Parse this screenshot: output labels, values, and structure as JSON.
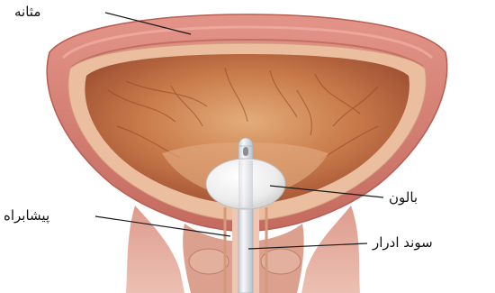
{
  "labels": {
    "bladder": "مثانه",
    "balloon": "بالون",
    "urethra": "پیشابراه",
    "catheter": "سوند ادرار"
  },
  "colors": {
    "bladder_wall_outer": "#d9847a",
    "bladder_wall_band": "#c96f64",
    "bladder_inner_lining": "#e8b89c",
    "bladder_cavity": "#b8653f",
    "bladder_cavity_light": "#dba271",
    "catheter": "#e8ebef",
    "balloon": "#f4f4f4",
    "leader_line": "#1a1a1a"
  }
}
